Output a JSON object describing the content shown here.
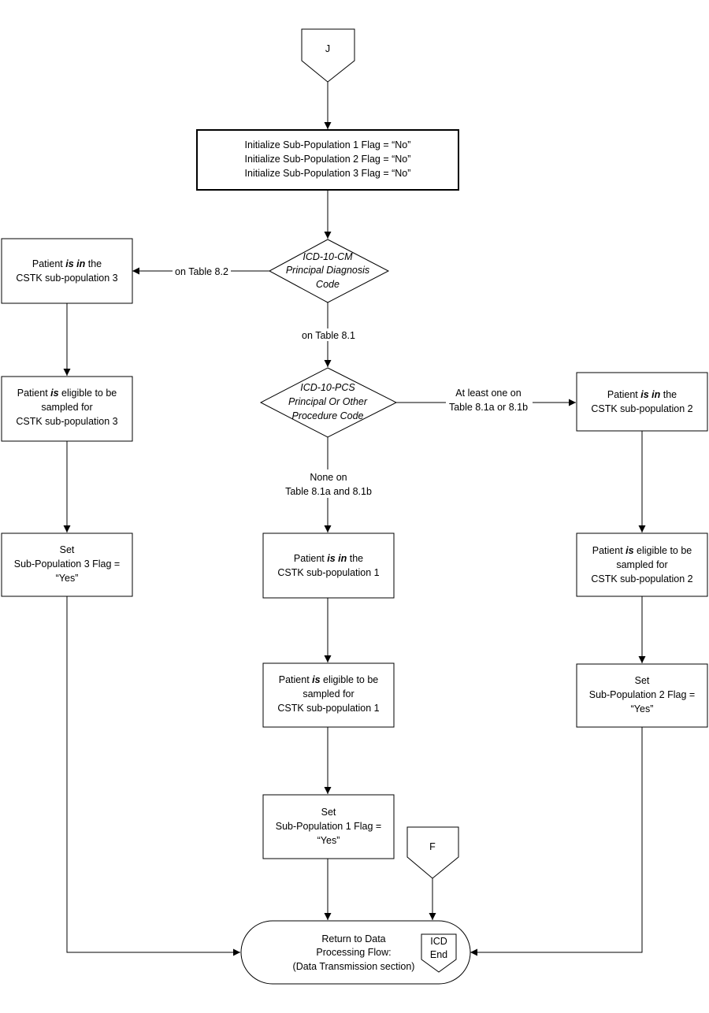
{
  "connectors": {
    "start_label": "J",
    "f_label": "F",
    "end_label_line1": "ICD",
    "end_label_line2": "End"
  },
  "init_box": {
    "line1": "Initialize Sub-Population 1 Flag = “No”",
    "line2": "Initialize Sub-Population 2 Flag = “No”",
    "line3": "Initialize Sub-Population 3 Flag = “No”"
  },
  "decision_cm": {
    "line1": "ICD-10-CM",
    "line2": "Principal Diagnosis",
    "line3": "Code"
  },
  "decision_pcs": {
    "line1": "ICD-10-PCS",
    "line2": "Principal Or Other",
    "line3": "Procedure Code"
  },
  "edges": {
    "on_table_82": "on Table 8.2",
    "on_table_81": "on Table 8.1",
    "at_least_one_line1": "At least one on",
    "at_least_one_line2": "Table 8.1a or 8.1b",
    "none_on_line1": "None on",
    "none_on_line2": "Table 8.1a and 8.1b"
  },
  "pop3": {
    "in_pre": "Patient ",
    "in_emph": "is in",
    "in_post": " the",
    "in_line2": "CSTK sub-population 3",
    "elig_pre": "Patient ",
    "elig_emph": "is",
    "elig_post": " eligible to be",
    "elig_line2": "sampled for",
    "elig_line3": "CSTK sub-population 3",
    "set_line1": "Set",
    "set_line2": "Sub-Population 3 Flag =",
    "set_line3": "“Yes”"
  },
  "pop1": {
    "in_pre": "Patient ",
    "in_emph": "is in",
    "in_post": " the",
    "in_line2": "CSTK sub-population 1",
    "elig_pre": "Patient ",
    "elig_emph": "is",
    "elig_post": " eligible to be",
    "elig_line2": "sampled for",
    "elig_line3": "CSTK sub-population 1",
    "set_line1": "Set",
    "set_line2": "Sub-Population 1 Flag =",
    "set_line3": "“Yes”"
  },
  "pop2": {
    "in_pre": "Patient ",
    "in_emph": "is in",
    "in_post": " the",
    "in_line2": "CSTK sub-population 2",
    "elig_pre": "Patient ",
    "elig_emph": "is",
    "elig_post": " eligible to be",
    "elig_line2": "sampled for",
    "elig_line3": "CSTK sub-population 2",
    "set_line1": "Set",
    "set_line2": "Sub-Population 2 Flag =",
    "set_line3": "“Yes”"
  },
  "terminal": {
    "line1": "Return to  Data",
    "line2": "Processing Flow:",
    "line3": "(Data Transmission section)"
  }
}
